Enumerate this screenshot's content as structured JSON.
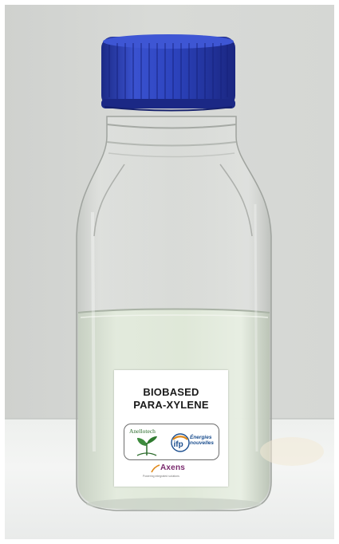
{
  "label": {
    "line1": "BIOBASED",
    "line2": "PARA-XYLENE"
  },
  "logos": {
    "anellotech": "Anellotech",
    "ifp_mark": "ifp",
    "ifp_text_line1": "Énergies",
    "ifp_text_line2": "nouvelles",
    "axens": "Axens",
    "axens_tagline": "Powering integrated solutions"
  },
  "colors": {
    "cap": "#2a3fb8",
    "liquid": "#d9e6d2",
    "anellotech_green": "#2a6a2a",
    "ifp_blue": "#1c4f8f",
    "axens_purple": "#7a2a6e"
  }
}
